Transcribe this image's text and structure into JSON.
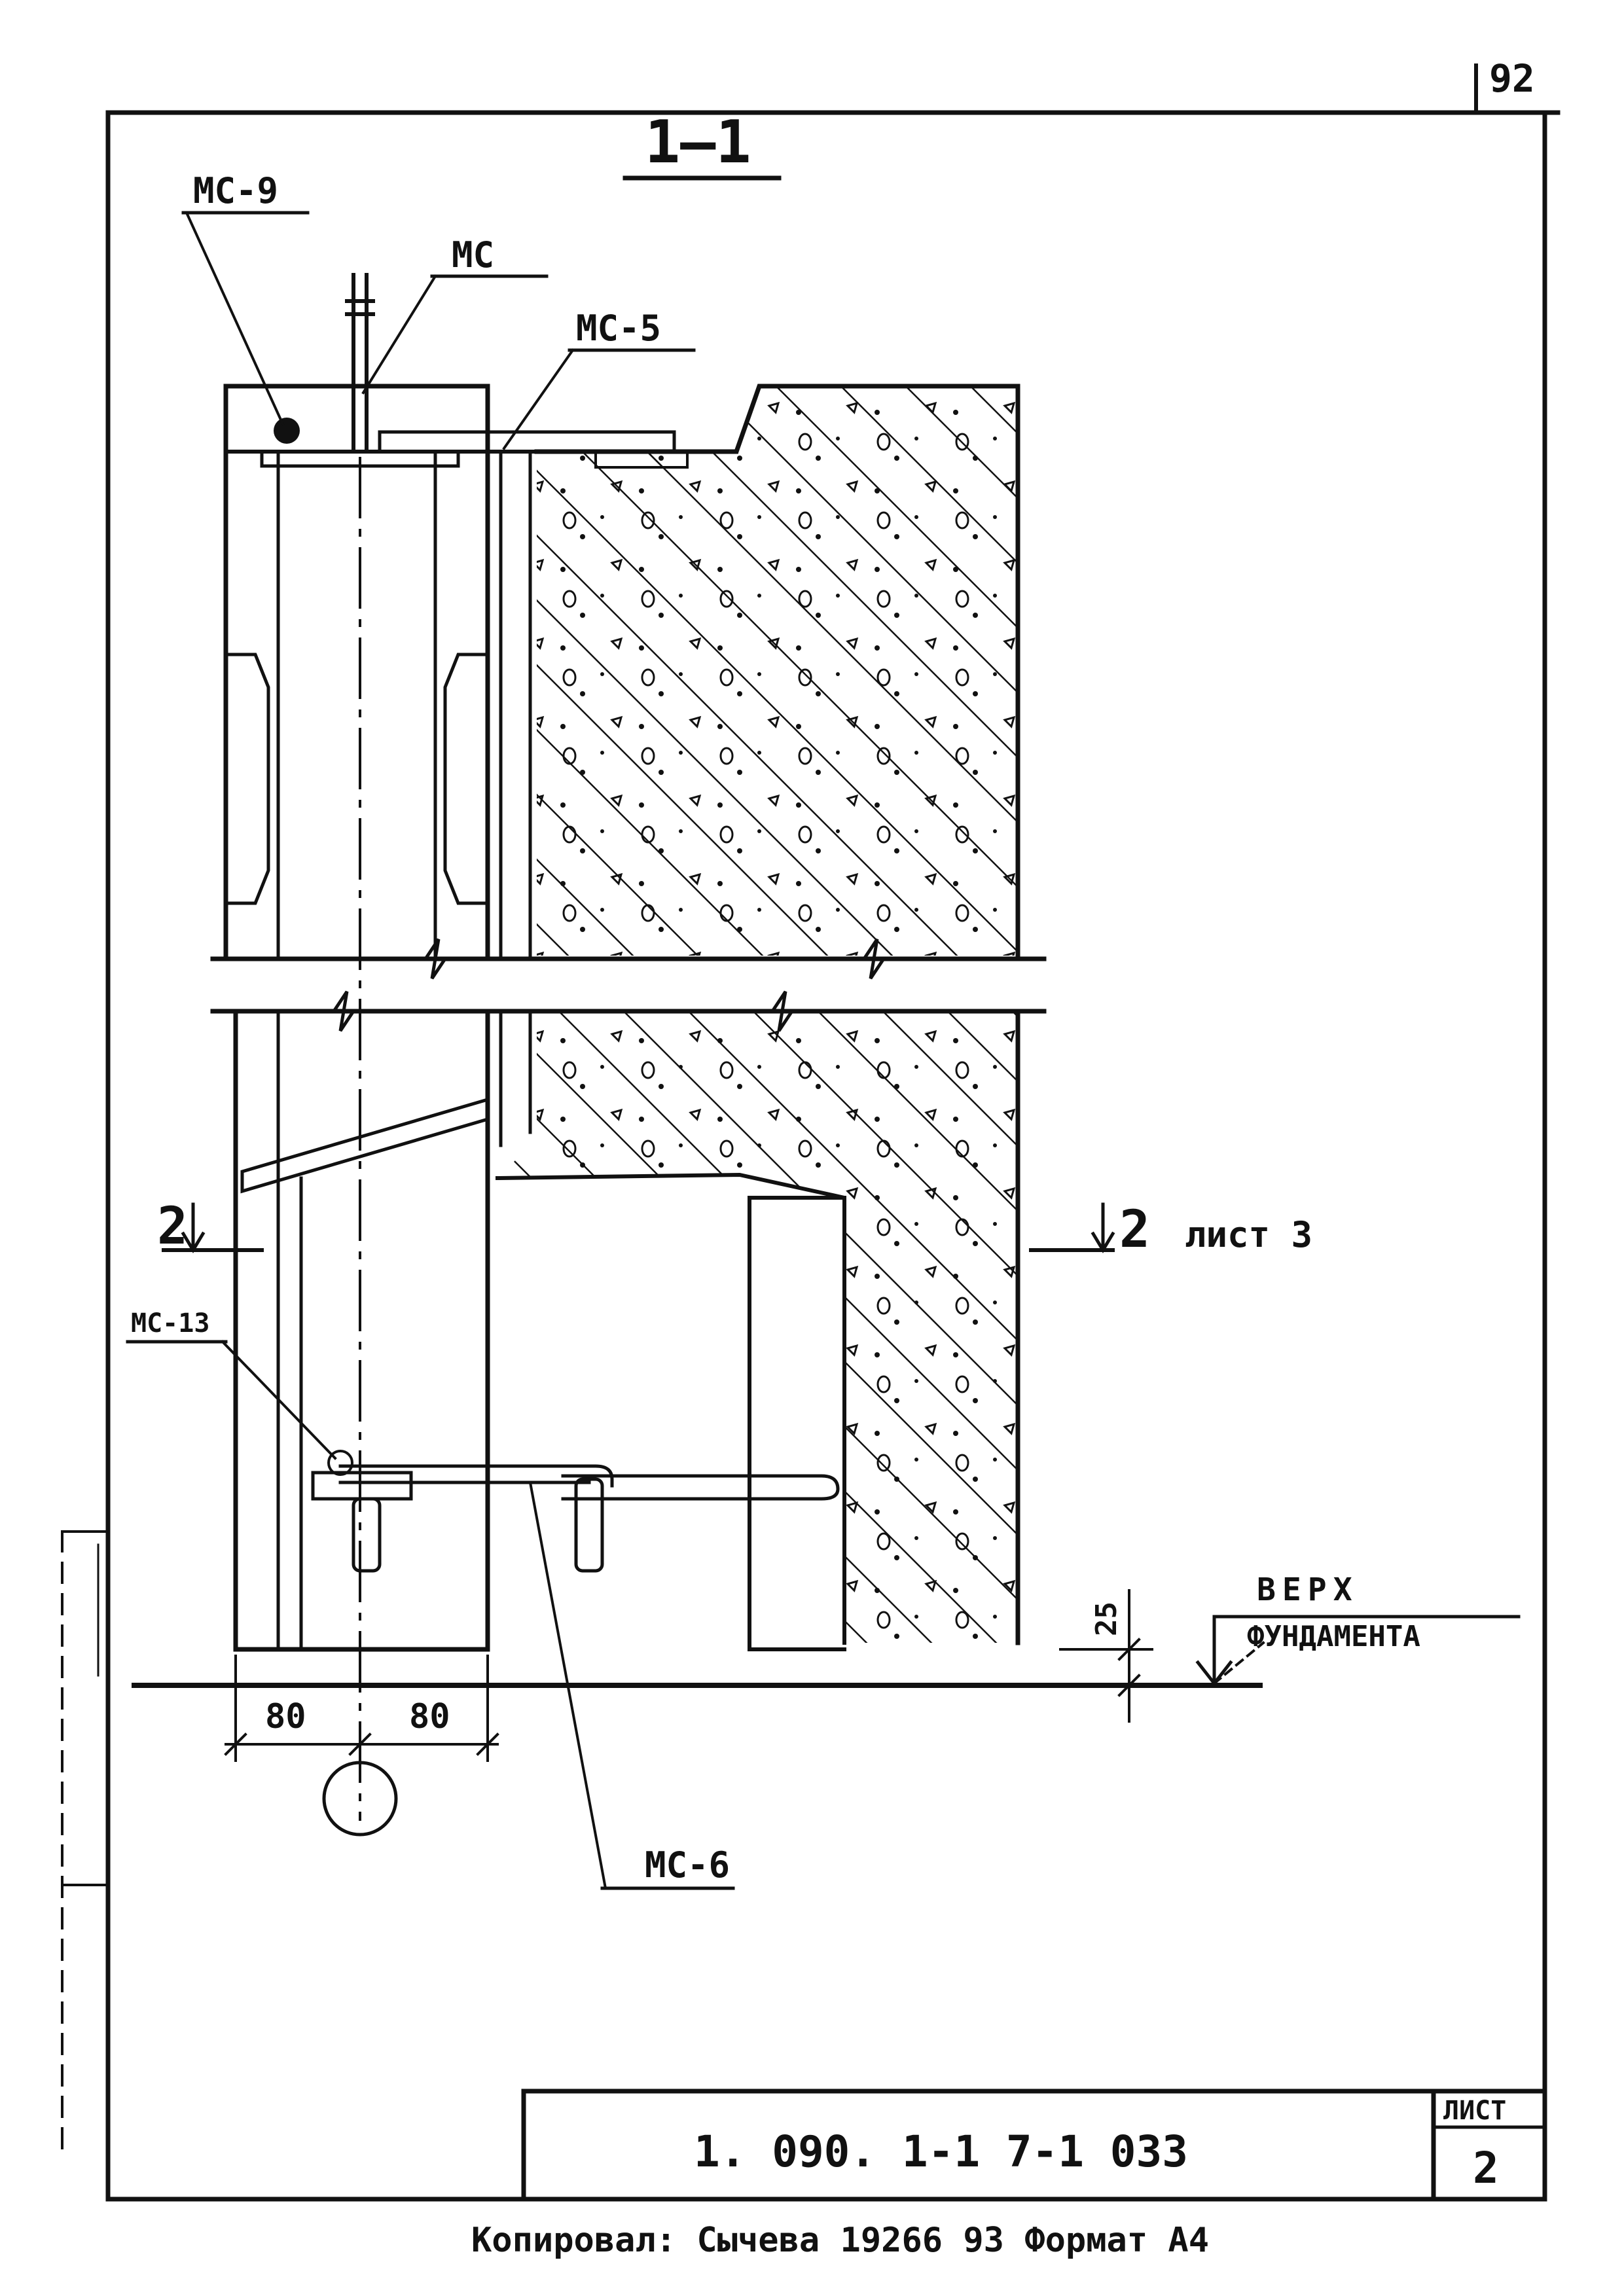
{
  "sheet": {
    "corner_number": "92",
    "section_title": "1—1",
    "document_code": "1. 090. 1-1   7-1  033",
    "sheet_label": "ЛИСТ",
    "sheet_number": "2",
    "footer_text": "Копировал: Сычева  19266   93     Формат А4"
  },
  "callouts": {
    "mc9": "МС-9",
    "mc": "МС",
    "mc5": "МС-5",
    "mc13": "МС-13",
    "mc6": "МС-6"
  },
  "section_marks": {
    "left": "2",
    "right": "2",
    "right_ref": "лист 3"
  },
  "dimensions": {
    "left_width": "80",
    "right_width": "80",
    "gap": "25"
  },
  "level_mark": {
    "line1": "ВЕРХ",
    "line2": "ФУНДАМЕНТА"
  }
}
